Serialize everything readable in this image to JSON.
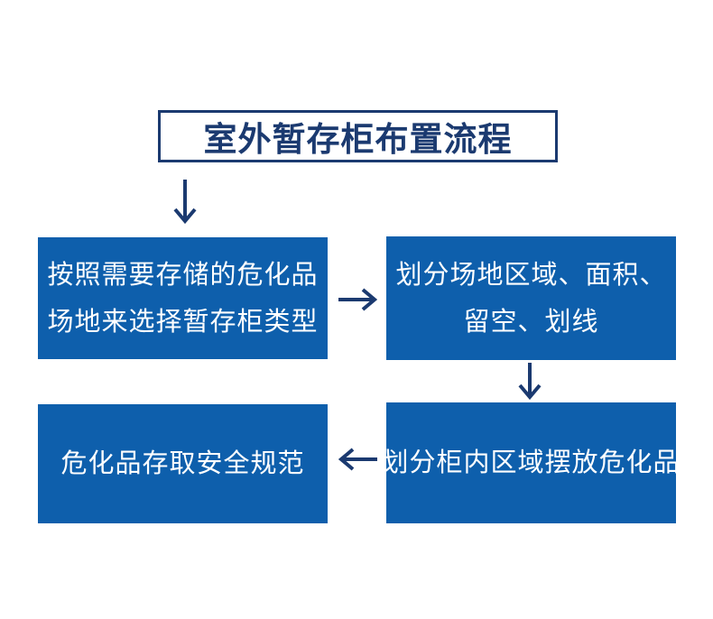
{
  "colors": {
    "node_blue": "#0e5fac",
    "navy": "#1b3a70",
    "node_text": "#ffffff",
    "page_background": "#ffffff"
  },
  "title": {
    "label": "室外暂存柜布置流程"
  },
  "nodes": {
    "step1": {
      "line1": "按照需要存储的危化品",
      "line2": "场地来选择暂存柜类型"
    },
    "step2": {
      "line1": "划分场地区域、面积、",
      "line2": "留空、划线"
    },
    "step3": {
      "label": "划分柜内区域摆放危化品"
    },
    "step4": {
      "label": "危化品存取安全规范"
    }
  },
  "icons": {
    "arrow_after_title": "down-arrow",
    "arrow_step1_to_step2": "right-arrow",
    "arrow_step2_to_step3": "down-arrow",
    "arrow_step3_to_step4": "left-arrow"
  }
}
